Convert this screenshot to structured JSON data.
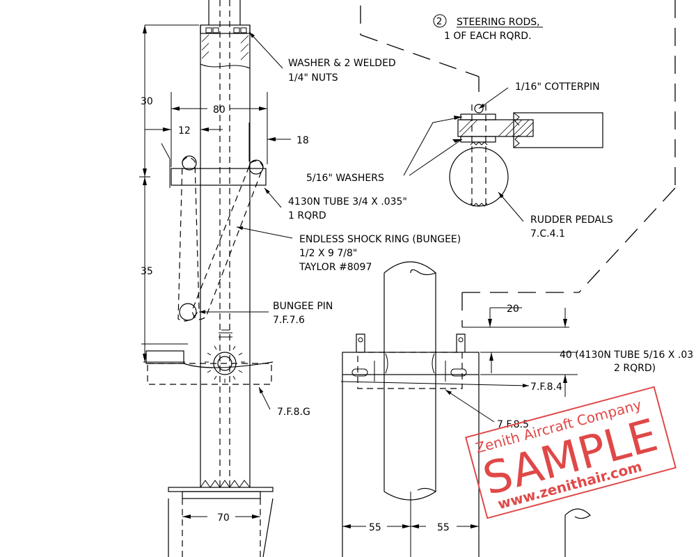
{
  "steering_rods": {
    "marker": "2",
    "title": "STEERING RODS,",
    "subtitle": "1 OF EACH RQRD."
  },
  "labels": {
    "washer_nuts_1": "WASHER & 2 WELDED",
    "washer_nuts_2": "1/4\" NUTS",
    "cotterpin": "1/16\" COTTERPIN",
    "washers": "5/16\" WASHERS",
    "tube_34_1": "4130N TUBE 3/4 X .035\"",
    "tube_34_2": "1 RQRD",
    "rudder_pedals_1": "RUDDER PEDALS",
    "rudder_pedals_2": "7.C.4.1",
    "shock_ring_1": "ENDLESS SHOCK RING (BUNGEE)",
    "shock_ring_2": "1/2 X 9 7/8\"",
    "shock_ring_3": "TAYLOR #8097",
    "bungee_pin_1": "BUNGEE PIN",
    "bungee_pin_2": "7.F.7.6",
    "ref_7f8g": "7.F.8.G",
    "ref_7f84": "7.F.8.4",
    "ref_7f85": "7.F.8.5",
    "tube_516_1": "40 (4130N TUBE 5/16 X .03",
    "tube_516_2": "2 RQRD)"
  },
  "dimensions": {
    "d30": "30",
    "d80": "80",
    "d12": "12",
    "d18": "18",
    "d35": "35",
    "d70": "70",
    "d20": "20",
    "d55a": "55",
    "d55b": "55"
  },
  "stamp": {
    "company": "Zenith Aircraft Company",
    "word": "SAMPLE",
    "url": "www.zenithair.com",
    "color": "#e04848"
  }
}
